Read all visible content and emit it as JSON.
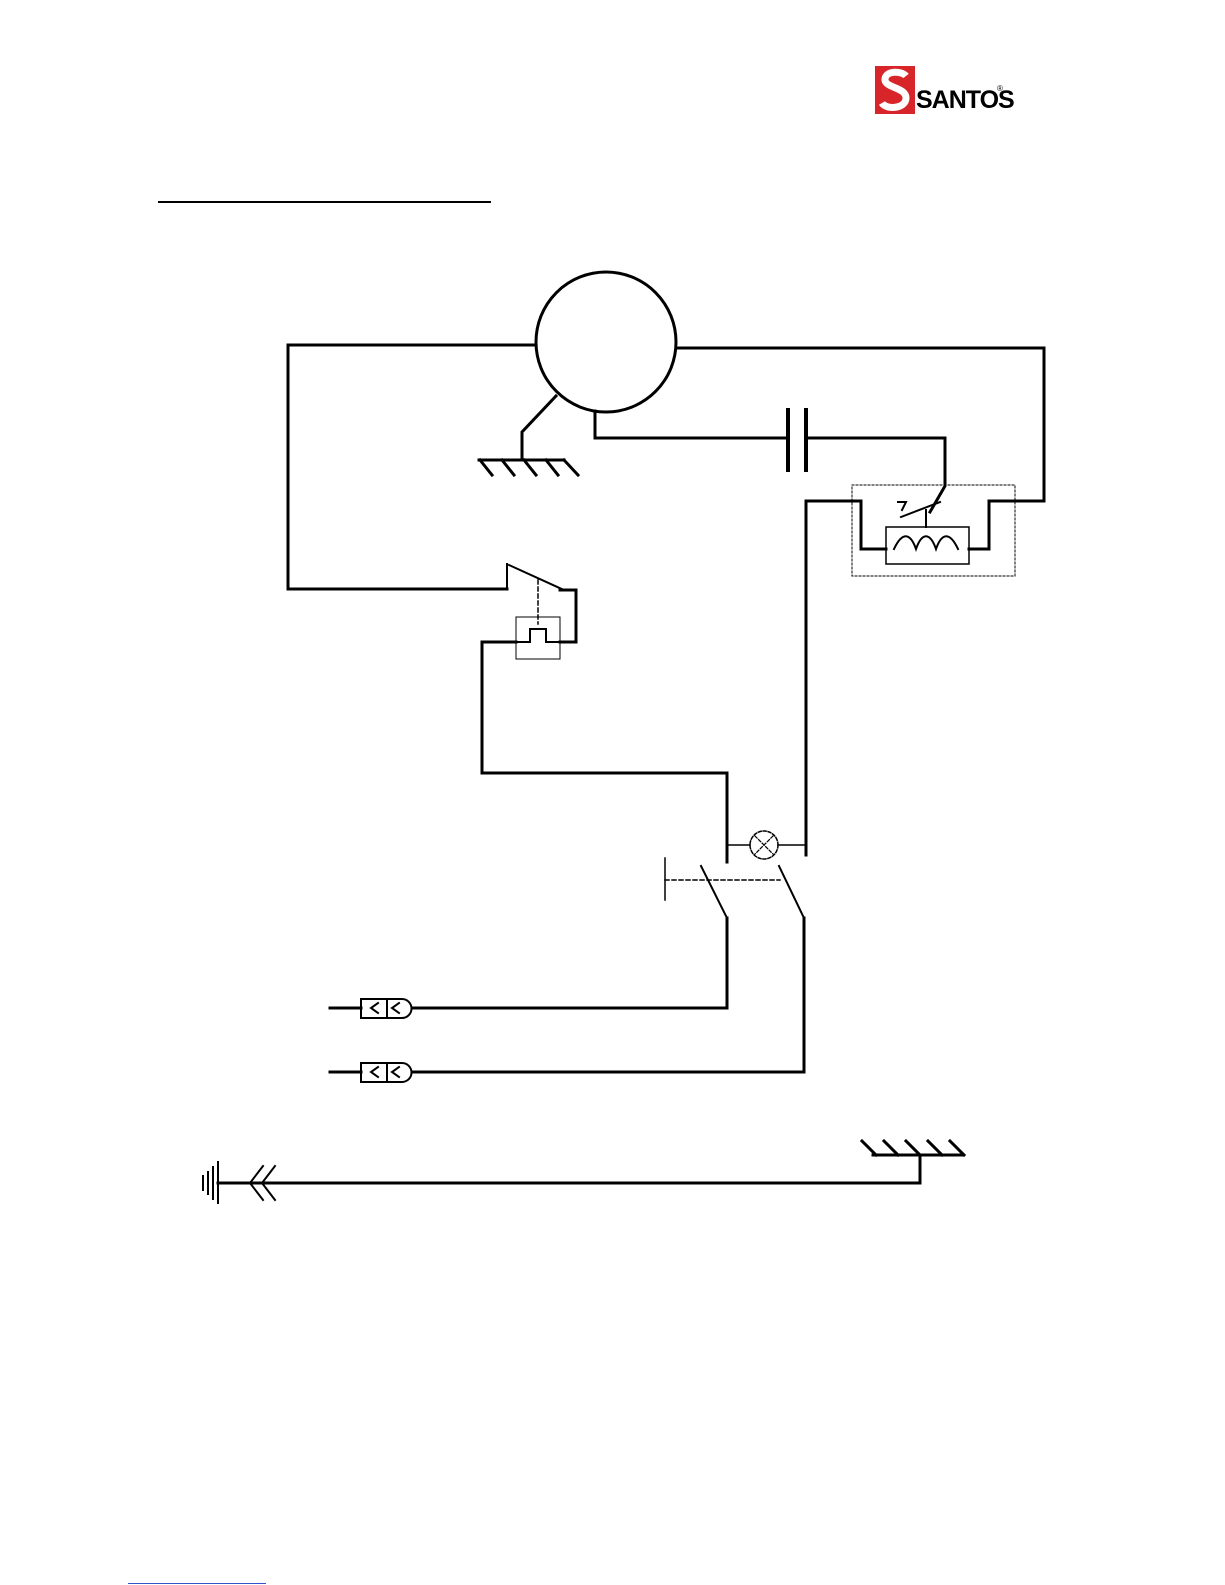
{
  "logo": {
    "word": "SANTOS",
    "registered": "®",
    "color": "#d8252a"
  },
  "diagram": {
    "components": [
      {
        "id": "motor",
        "icon": "motor-circle"
      },
      {
        "id": "motor-ground",
        "icon": "chassis-ground-icon"
      },
      {
        "id": "capacitor",
        "icon": "capacitor-icon"
      },
      {
        "id": "start-relay",
        "icon": "thermal-relay-icon"
      },
      {
        "id": "thermal-cutout",
        "icon": "thermal-protector-icon"
      },
      {
        "id": "main-switch",
        "icon": "double-pole-switch-icon"
      },
      {
        "id": "indicator-lamp",
        "icon": "lamp-icon"
      },
      {
        "id": "plug-line-1",
        "icon": "plug-connector-icon"
      },
      {
        "id": "plug-line-2",
        "icon": "plug-connector-icon"
      },
      {
        "id": "earth-plug",
        "icon": "earth-ground-icon"
      },
      {
        "id": "frame-ground",
        "icon": "chassis-ground-icon"
      }
    ]
  }
}
